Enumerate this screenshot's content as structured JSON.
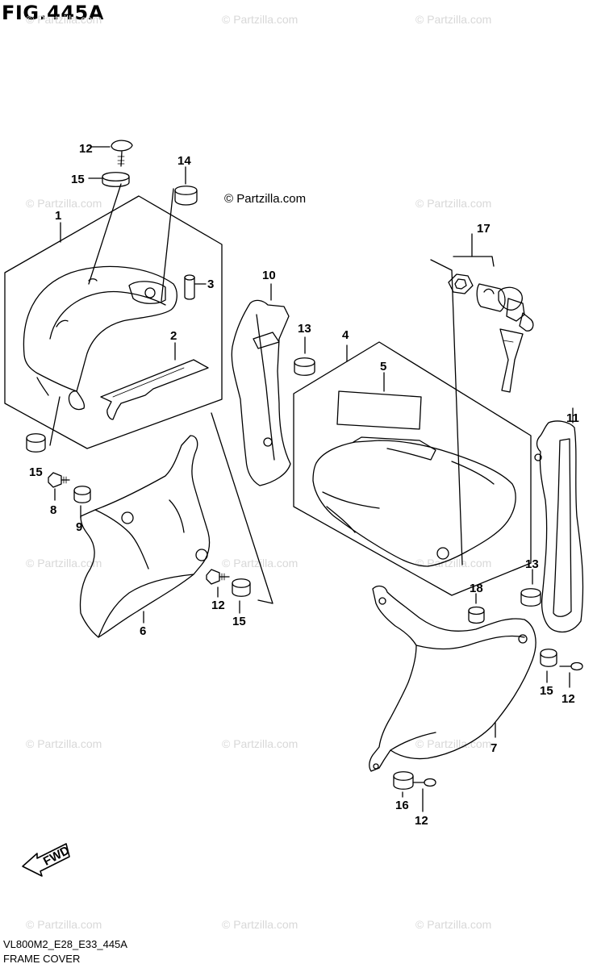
{
  "figure": {
    "title": "FIG.445A",
    "code": "VL800M2_E28_E33_445A",
    "subtitle": "FRAME COVER"
  },
  "credit": "© Partzilla.com",
  "watermark": "© Partzilla.com",
  "fwd_label": "FWD",
  "callouts": [
    "12",
    "15",
    "14",
    "1",
    "3",
    "2",
    "10",
    "13",
    "4",
    "5",
    "17",
    "15",
    "8",
    "9",
    "6",
    "12",
    "15",
    "11",
    "13",
    "18",
    "7",
    "15",
    "12",
    "16",
    "12"
  ]
}
